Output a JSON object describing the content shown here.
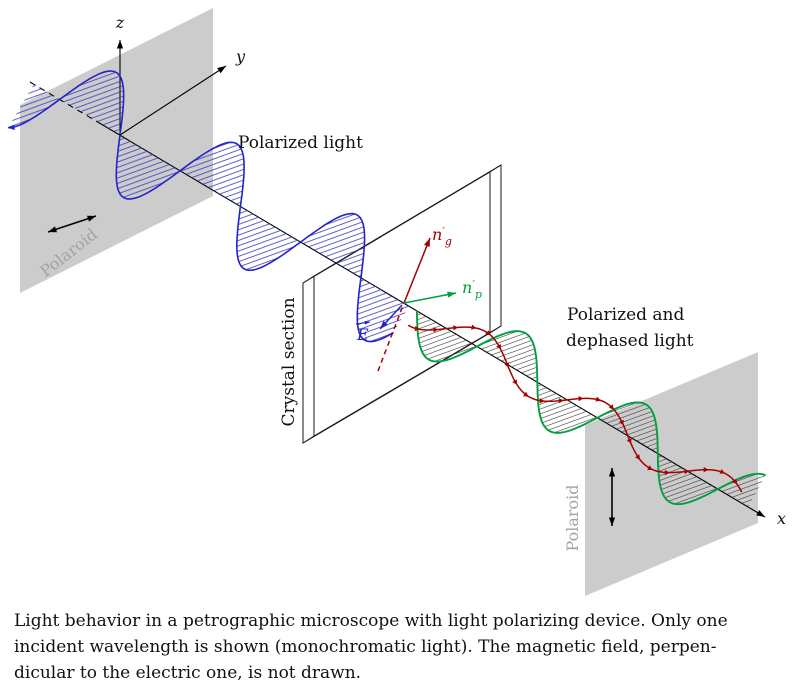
{
  "colors": {
    "blue": "#2323cc",
    "green": "#00a040",
    "dark_red": "#a40000",
    "polaroid_fill": "#cccccc",
    "polaroid_text": "#a3a3a3",
    "axis": "#000000"
  },
  "labels": {
    "axis_z": "z",
    "axis_y": "y",
    "axis_x": "x",
    "polarized_light": "Polarized light",
    "dephased_light_line1": "Polarized and",
    "dephased_light_line2": "dephased light",
    "crystal_section": "Crystal section",
    "polaroid_left": "Polaroid",
    "polaroid_right": "Polaroid",
    "n_g": {
      "base": "n",
      "prime": "′",
      "sub": "g"
    },
    "n_p": {
      "base": "n",
      "prime": "′",
      "sub": "p"
    },
    "e_field": "E"
  },
  "caption": {
    "line1": "Light behavior in a petrographic microscope with light polarizing device. Only one",
    "line2": "incident wavelength is shown (monochromatic light). The magnetic field, perpen-",
    "line3": "dicular to the electric one, is not drawn."
  }
}
